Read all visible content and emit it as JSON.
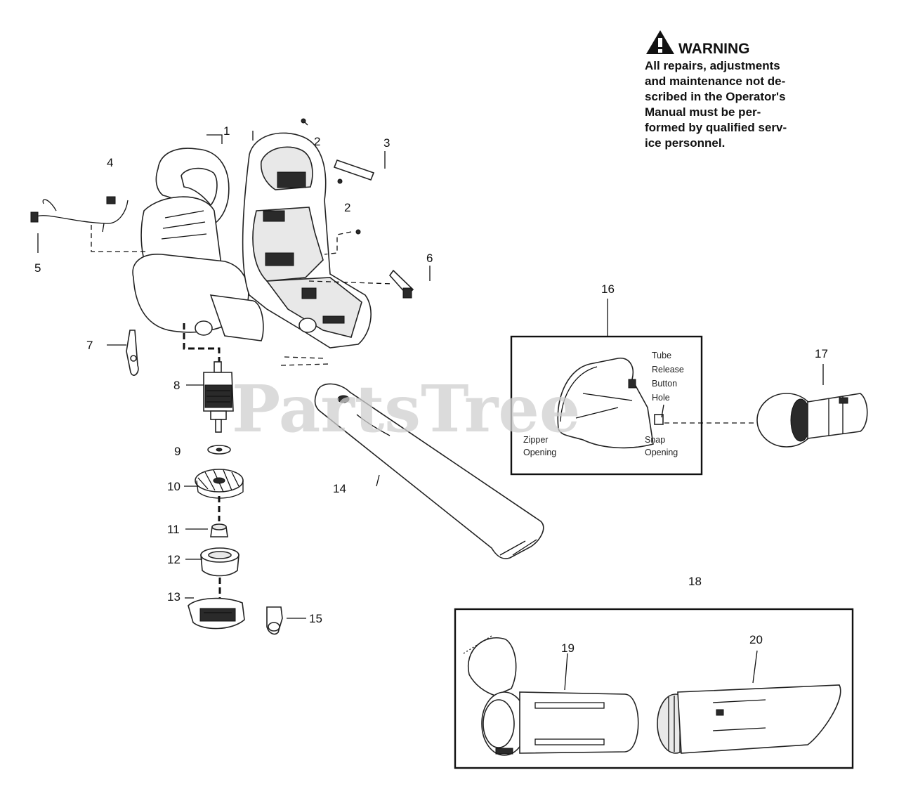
{
  "watermark": "PartsTree",
  "warning": {
    "title": "WARNING",
    "lines": [
      "All repairs, adjustments",
      "and maintenance not de-",
      "scribed in the Operator's",
      "Manual must be per-",
      "formed by qualified serv-",
      "ice personnel."
    ]
  },
  "callouts": {
    "c1": "1",
    "c2a": "2",
    "c2b": "2",
    "c3": "3",
    "c4": "4",
    "c5": "5",
    "c6": "6",
    "c7": "7",
    "c8": "8",
    "c9": "9",
    "c10": "10",
    "c11": "11",
    "c12": "12",
    "c13": "13",
    "c14": "14",
    "c15": "15",
    "c16": "16",
    "c17": "17",
    "c18": "18",
    "c19": "19",
    "c20": "20"
  },
  "bag_labels": {
    "tube_release_lines": [
      "Tube",
      "Release",
      "Button",
      "Hole"
    ],
    "zipper_lines": [
      "Zipper",
      "Opening"
    ],
    "snap_lines": [
      "Snap",
      "Opening"
    ]
  }
}
